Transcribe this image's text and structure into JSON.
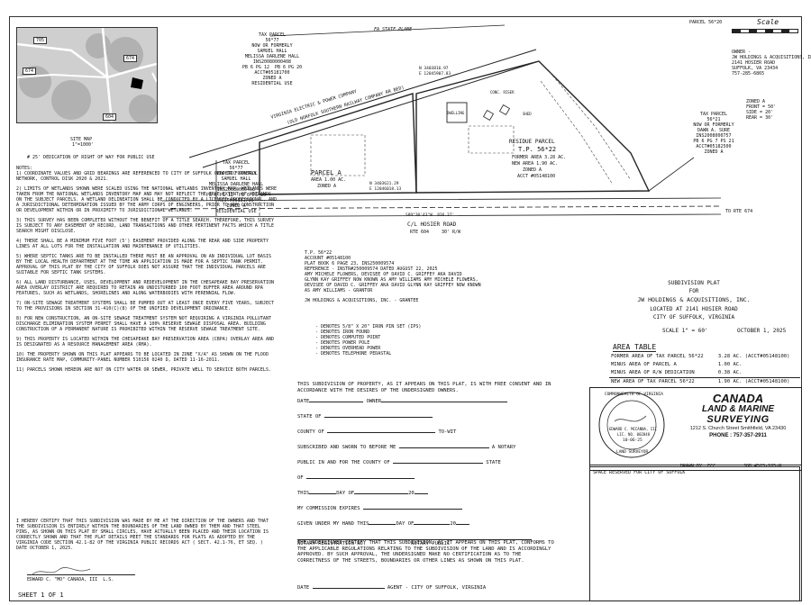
{
  "scale_label": "Scale",
  "corner_ref": "PARCEL 56*20",
  "map_top_label": "FA STATE PLANE",
  "vicinity": {
    "routes": [
      "705",
      "674",
      "674",
      "604"
    ],
    "caption": "SITE MAP",
    "caption_scale": "1\"=1000'"
  },
  "dedication_note": "# 25' DEDICATION OF RIGHT OF WAY FOR PUBLIC USE",
  "neighbors": {
    "top_left": [
      "TAX PARCEL",
      "56*77",
      "NOW OR FORMERLY",
      "SAMUEL HALL",
      "MELISSA DARLENE HALL",
      "INS20080000408",
      "PB 6 PG 12  PB 6 PG 20",
      "ACCT#05181700",
      "ZONED A",
      "RESIDENTIAL USE"
    ],
    "left_mid": [
      "TAX PARCEL",
      "56*77",
      "NOW OR FORMERLY",
      "SAMUEL HALL",
      "MELISSA DARLENE HALL",
      "INS20080000408",
      "PB 6 PG 12  PB 6 PG 20",
      "ACCT#05181700",
      "ZONED A",
      "RESIDENTIAL USE"
    ],
    "top_right": [
      "OWNER -",
      "JW HOLDINGS & ACQUISITIONS, INC.",
      "2141 HOSIER ROAD",
      "SUFFOLK, VA 23434",
      "757-285-6865"
    ],
    "zoning": [
      "ZONED A",
      "FRONT = 50'",
      "SIDE = 20'",
      "REAR = 30'"
    ],
    "right_mid": [
      "TAX PARCEL",
      "56*21",
      "NOW OR FORMERLY",
      "DAWN A. SURE",
      "INS2008000757",
      "PB 6 PG 7 PS 21",
      "ACCT#05182500",
      "ZONED A"
    ]
  },
  "plan": {
    "rail_label": "VIRGINIA ELECTRIC & POWER COMPANY",
    "rail_label2": "(OLD NORFOLK SOUTHERN RAILWAY COMPANY RR BED)",
    "parcel_a": "PARCEL A",
    "parcel_a_area": "AREA 1.00 Ac.",
    "parcel_a_zone": "ZONED A",
    "residue_title": "RESIDUE PARCEL",
    "residue_tp": "T.P. 56*22",
    "residue_former": "FORMER AREA 3.28 Ac.",
    "residue_new": "NEW AREA 1.90 Ac.",
    "residue_zone": "ZONED A",
    "residue_acct": "ACCT #05148100",
    "dwelling": "DWELLING",
    "shed": "SHED",
    "conc_riser": "CONC. RISER",
    "road_label": "C/L HOSIER ROAD",
    "road_rte": "RTE 604",
    "road_row": "30' R/W",
    "to_rte": "TO RTE 674",
    "road_dist": "S89°30'43\"W  836.37'",
    "bearing_top": "N 3403816.97",
    "bearing_top2": "E 12045907.83",
    "bearing_bot": "N 3403621.29",
    "bearing_bot2": "E 12046018.13"
  },
  "deed": [
    "T.P. 56*22",
    "ACCOUNT #05148100",
    "PLAT BOOK 6 PAGE 23, INS250009574",
    "REFERENCE - INSTR#250009574 DATED AUGUST 22, 2025",
    "AMY MICHELE FLOWERS, DEVISEE OF DAVID C. GRIFFEY AKA DAVID",
    "GLYNN KAY GRIFFEY NOW KNOWN AS AMY WILLIAMS AMY MICHELE FLOWERS,",
    "DEVISEE OF DAVID C. GRIFFEY AKA DAVID GLYNN KAY GRIFFEY NOW KNOWN",
    "AS AMY WILLIAMS - GRANTOR",
    "",
    "JW HOLDINGS & ACQUISITIONS, INC. - GRANTEE"
  ],
  "legend": [
    "- DENOTES 5/8\" X 20\" IRON PIN SET (IPS)",
    "- DENOTES IRON FOUND",
    "- DENOTES COMPUTED POINT",
    "- DENOTES POWER POLE",
    "- DENOTES OVERHEAD POWER",
    "- DENOTES TELEPHONE PEDASTAL"
  ],
  "title_block": {
    "l1": "SUBDIVISION PLAT",
    "l2": "FOR",
    "l3": "JW HOLDINGS & ACQUISITIONS, INC.",
    "l4": "LOCATED AT 2141 HOSIER ROAD",
    "l5": "CITY OF SUFFOLK, VIRGINIA",
    "scale": "SCALE 1\" = 60'",
    "date": "OCTOBER 1, 2025"
  },
  "area_table": {
    "title": "AREA TABLE",
    "rows": [
      {
        "label": "FORMER AREA OF TAX PARCEL 56*22",
        "value": "3.28 Ac. (ACCT#05148100)"
      },
      {
        "label": "MINUS AREA OF PARCEL A",
        "value": "1.00 Ac."
      },
      {
        "label": "MINUS AREA OF R/W DEDICATION",
        "value": "0.38 Ac."
      },
      {
        "label": "NEW AREA OF TAX PARCEL 56*22",
        "value": "1.90 Ac. (ACCT#05148100)"
      }
    ]
  },
  "seal": {
    "ring": "COMMONWEALTH OF VIRGINIA",
    "name": "EDWARD C. McCANNA, III",
    "lic": "LIC. No. 002848",
    "date": "10-06-25",
    "bottom": "LAND SURVEYOR"
  },
  "company": {
    "l1": "CANADA",
    "l2": "LAND & MARINE",
    "l3": "SURVEYING",
    "addr": "1212 S. Church Street Smithfield, VA 23430",
    "phone": "PHONE : 757-357-2911",
    "drawn": "DRAWN BY: ECC",
    "job": "JOB #525-185-N"
  },
  "city_space": "SPACE RESERVED FOR CITY OF SUFFOLK",
  "consent": {
    "intro": "THIS SUBDIVISION OF PROPERTY, AS IT APPEARS ON THIS PLAT, IS WITH FREE CONSENT AND IN ACCORDANCE WITH THE DESIRES OF THE UNDERSIGNED OWNERS.",
    "date": "DATE",
    "owner": "OWNER",
    "state": "STATE OF",
    "county": "COUNTY OF",
    "towit": "TO-WIT",
    "subscribed": "SUBSCRIBED AND SWORN TO BEFORE ME",
    "notary": "A NOTARY",
    "public": "PUBLIC IN AND FOR THE COUNTY OF",
    "state2": "STATE",
    "of": "OF",
    "this": "THIS",
    "day": "DAY OF",
    "yr": "20",
    "commission": "MY COMMISSION EXPIRES",
    "given": "GIVEN UNDER MY HAND THIS",
    "regno": "NOTARY REGISTRATION NO.",
    "notpub": "NOTARY PUBLIC",
    "city_cert": "THE UNDERSIGNED CERTIFY THAT THIS SUBDIVISION, AS IT APPEARS ON THIS PLAT, CONFORMS TO THE APPLICABLE REGULATIONS RELATING TO THE SUBDIVISION OF THE LAND AND IS ACCORDINGLY APPROVED. BY SUCH APPROVAL, THE UNDERSIGNED MAKE NO CERTIFICATION AS TO THE CORRECTNESS OF THE STREETS, BOUNDARIES OR OTHER LINES AS SHOWN ON THIS PLAT.",
    "agent": "AGENT - CITY OF SUFFOLK, VIRGINIA"
  },
  "notes_title": "NOTES:",
  "notes": [
    "1) COORDINATE VALUES AND GRID BEARINGS ARE REFERENCED TO CITY OF SUFFOLK GEODETIC CONTROL NETWORK, CONTROL DISK 2020 & 2021.",
    "2) LIMITS OF WETLANDS SHOWN WERE SCALED USING THE NATIONAL WETLANDS INVENTORY MAP. WETLANDS WERE TAKEN FROM THE NATIONAL WETLANDS INVENTORY MAP AND MAY NOT REFLECT THE TRUE EXTENT OF WETLANDS ON THE SUBJECT PARCELS. A WETLAND DELINEATION SHALL BE CONDUCTED BY A LICENSED PROFESSIONAL, AND A JURISDICTIONAL DETERMINATION ISSUED BY THE ARMY CORPS OF ENGINEERS, PRIOR TO ANY CONSTRUCTION OR DEVELOPMENT WITHIN OR IN PROXIMITY TO JURISDICTIONAL WETLANDS.",
    "3) THIS SURVEY HAS BEEN COMPLETED WITHOUT THE BENEFIT OF A TITLE SEARCH. THEREFORE, THIS SURVEY IS SUBJECT TO ANY EASEMENT OF RECORD, LAND TRANSACTIONS AND OTHER PERTINENT FACTS WHICH A TITLE SEARCH MIGHT DISCLOSE.",
    "4) THERE SHALL BE A MINIMUM FIVE FOOT (5') EASEMENT PROVIDED ALONG THE REAR AND SIDE PROPERTY LINES AT ALL LOTS FOR THE INSTALLATION AND MAINTENANCE OF UTILITIES.",
    "5) WHERE SEPTIC TANKS ARE TO BE INSTALLED THERE MUST BE AN APPROVAL ON AN INDIVIDUAL LOT BASIS BY THE LOCAL HEALTH DEPARTMENT AT THE TIME AN APPLICATION IS MADE FOR A SEPTIC TANK PERMIT. APPROVAL OF THIS PLAT BY THE CITY OF SUFFOLK DOES NOT ASSURE THAT THE INDIVIDUAL PARCELS ARE SUITABLE FOR SEPTIC TANK SYSTEMS.",
    "6) ALL LAND DISTURBANCE, USES, DEVELOPMENT AND REDEVELOPMENT IN THE CHESAPEAKE BAY PRESERVATION AREA OVERLAY DISTRICT ARE REQUIRED TO RETAIN AN UNDISTURBED 100 FOOT BUFFER AREA AROUND RPA FEATURES, SUCH AS WETLANDS, SHORELINES AND ALONG WATERBODIES WITH PERENNIAL FLOW.",
    "7) ON-SITE SEWAGE TREATMENT SYSTEMS SHALL BE PUMPED OUT AT LEAST ONCE EVERY FIVE YEARS, SUBJECT TO THE PROVISIONS IN SECTION 31-410(C)(8) OF THE UNIFIED DEVELOPMENT ORDINANCE.",
    "8) FOR NEW CONSTRUCTION, AN ON-SITE SEWAGE TREATMENT SYSTEM NOT REQUIRING A VIRGINIA POLLUTANT DISCHARGE ELIMINATION SYSTEM PERMIT SHALL HAVE A 100% RESERVE SEWAGE DISPOSAL AREA. BUILDING CONSTRUCTION OF A PERMANENT NATURE IS PROHIBITED WITHIN THE RESERVE SEWAGE TREATMENT SITE.",
    "9) THIS PROPERTY IS LOCATED WITHIN THE CHESAPEAKE BAY PRESERVATION AREA (CBPA) OVERLAY AREA AND IS DESIGNATED AS A RESOURCE MANAGEMENT AREA (RMA).",
    "10) THE PROPERTY SHOWN ON THIS PLAT APPEARS TO BE LOCATED IN ZONE \"X/A\" AS SHOWN ON THE FLOOD INSURANCE RATE MAP, COMMUNITY-PANEL NUMBER 510156 0240 D, DATED 11-16-2011.",
    "11) PARCELS SHOWN HEREON ARE NOT ON CITY WATER OR SEWER, PRIVATE WELL TO SERVICE BOTH PARCELS."
  ],
  "surveyor_cert": "I HEREBY CERTIFY THAT THIS SUBDIVISION WAS MADE BY ME AT THE DIRECTION OF THE OWNERS AND THAT THE SUBDIVISION IS ENTIRELY WITHIN THE BOUNDARIES OF THE LAND OWNED BY THEM AND THAT STEEL PINS, AS SHOWN ON THIS PLAT BY SMALL CIRCLES, HAVE ACTUALLY BEEN PLACED AND THEIR LOCATION IS CORRECTLY SHOWN AND THAT THE PLAT DETAILS MEET THE STANDARDS FOR PLATS AS ADOPTED BY THE VIRGINIA CODE SECTION 42.1-82 OF THE VIRGINIA PUBLIC RECORDS ACT ( SECT. 42.1-76, ET SEQ. ) DATE OCTOBER 1, 2025.",
  "surveyor_name": "EDWARD C. \"MO\" CANADA, III  L.S.",
  "sheet": "SHEET 1 OF 1"
}
